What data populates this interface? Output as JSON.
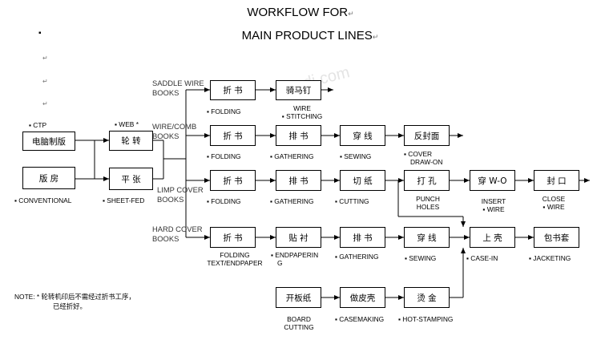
{
  "title": {
    "line1": "WORKFLOW FOR",
    "line2": "MAIN PRODUCT LINES",
    "end_mark": "↵"
  },
  "categories": {
    "saddle": [
      "SADDLE WIRE",
      "BOOKS"
    ],
    "wire": [
      "WIRE/COMB",
      "BOOKS"
    ],
    "limp": [
      "LIMP COVER",
      "BOOKS"
    ],
    "hard": [
      "HARD COVER",
      "BOOKS"
    ]
  },
  "boxes": {
    "ctp": "电脑制版",
    "conv": "版 房",
    "web": "轮 转",
    "sheetfed": "平 张",
    "r1_fold": "折 书",
    "r1_stitch": "骑马钉",
    "r2_fold": "折 书",
    "r2_gather": "排 书",
    "r2_sew": "穿 线",
    "r2_cover": "反封面",
    "r3_fold": "折 书",
    "r3_gather": "排 书",
    "r3_cut": "切 纸",
    "r3_punch": "打 孔",
    "r3_insert": "穿 W-O",
    "r3_close": "封 口",
    "r4_fold": "折 书",
    "r4_endpaper": "贴 衬",
    "r4_gather": "排 书",
    "r4_sew": "穿 线",
    "r4_casein": "上 壳",
    "r4_jacket": "包书套",
    "r5_board": "开板纸",
    "r5_case": "做皮壳",
    "r5_hot": "烫 金"
  },
  "labels": {
    "ctp": "CTP",
    "conv": "CONVENTIONAL",
    "web": "WEB",
    "sheetfed": "SHEET-FED",
    "r1_fold": "FOLDING",
    "r1_stitch": [
      "WIRE",
      "STITCHING"
    ],
    "r2_fold": "FOLDING",
    "r2_gather": "GATHERING",
    "r2_sew": "SEWING",
    "r2_cover": [
      "COVER",
      "DRAW-ON"
    ],
    "r3_fold": "FOLDING",
    "r3_gather": "GATHERING",
    "r3_cut": "CUTTING",
    "r3_punch": [
      "PUNCH",
      "HOLES"
    ],
    "r3_insert": [
      "INSERT",
      "WIRE"
    ],
    "r3_close": [
      "CLOSE",
      "WIRE"
    ],
    "r4_fold": [
      "FOLDING",
      "TEXT/ENDPAPER"
    ],
    "r4_endpaper": [
      "ENDPAPERIN",
      "G"
    ],
    "r4_gather": "GATHERING",
    "r4_sew": "SEWING",
    "r4_casein": "CASE-IN",
    "r4_jacket": "JACKETING",
    "r5_board": [
      "BOARD",
      "CUTTING"
    ],
    "r5_case": "CASEMAKING",
    "r5_hot": "HOT-STAMPING"
  },
  "note": {
    "prefix": "NOTE: *",
    "line1": "轮转机印后不需经过折书工序，",
    "line2": "已经折好。"
  },
  "web_star": "*",
  "watermark": "dj.com",
  "colors": {
    "line": "#000000",
    "text": "#000000",
    "watermark": "#cfcfcf"
  }
}
